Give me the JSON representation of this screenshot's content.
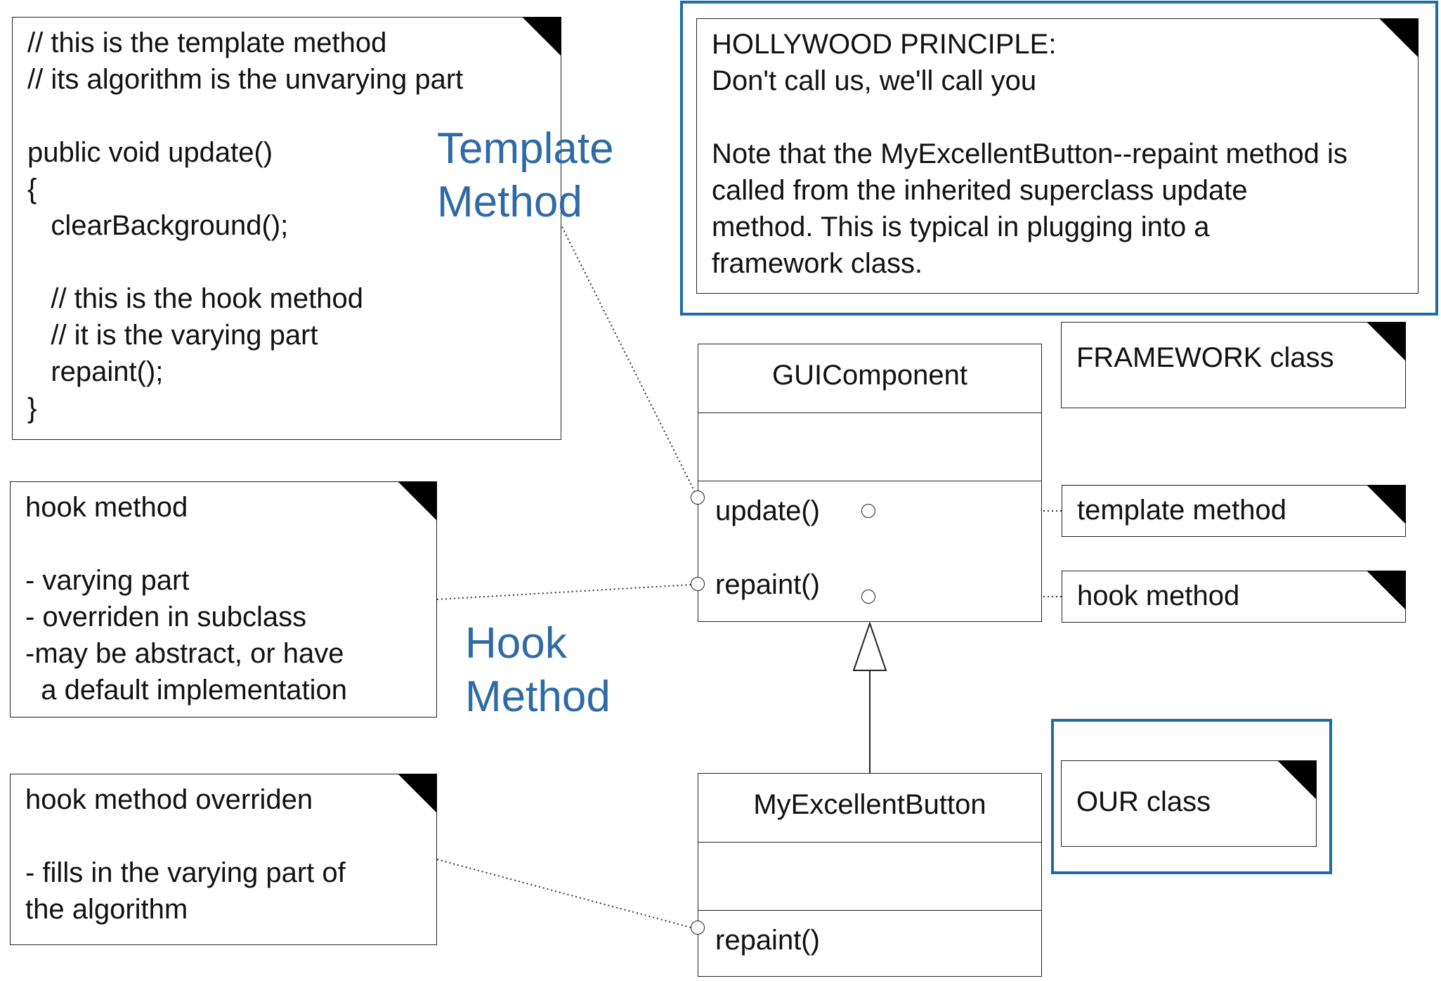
{
  "notes": {
    "template_code": {
      "lines": [
        "// this is the template method",
        "// its algorithm is the unvarying part",
        "",
        "public void update()",
        "{",
        "   clearBackground();",
        "",
        "   // this is the hook method",
        "   // it is the varying part",
        "   repaint();",
        "}"
      ]
    },
    "hollywood": {
      "lines": [
        "HOLLYWOOD PRINCIPLE:",
        "Don't call us, we'll call you",
        "",
        "Note that the MyExcellentButton--repaint method is",
        "called from the inherited superclass update",
        "method. This is typical in plugging into a",
        "framework class."
      ]
    },
    "hook_method": {
      "lines": [
        "hook method",
        "",
        "- varying part",
        "- overriden in subclass",
        "-may be abstract, or have",
        "  a default implementation"
      ]
    },
    "hook_overriden": {
      "lines": [
        "hook method overriden",
        "",
        "- fills in the varying part of",
        "the algorithm"
      ]
    },
    "framework_class": "FRAMEWORK class",
    "template_method_label": "template method",
    "hook_method_label": "hook method",
    "our_class": "OUR class"
  },
  "captions": {
    "template_method": "Template\nMethod",
    "hook_method": "Hook\nMethod"
  },
  "classes": {
    "gui_component": {
      "name": "GUIComponent",
      "operations": [
        "update()",
        "repaint()"
      ]
    },
    "my_excellent_button": {
      "name": "MyExcellentButton",
      "operations": [
        "repaint()"
      ]
    }
  },
  "colors": {
    "accent": "#2e6aa6",
    "highlight_border": "#1f6aa9"
  }
}
